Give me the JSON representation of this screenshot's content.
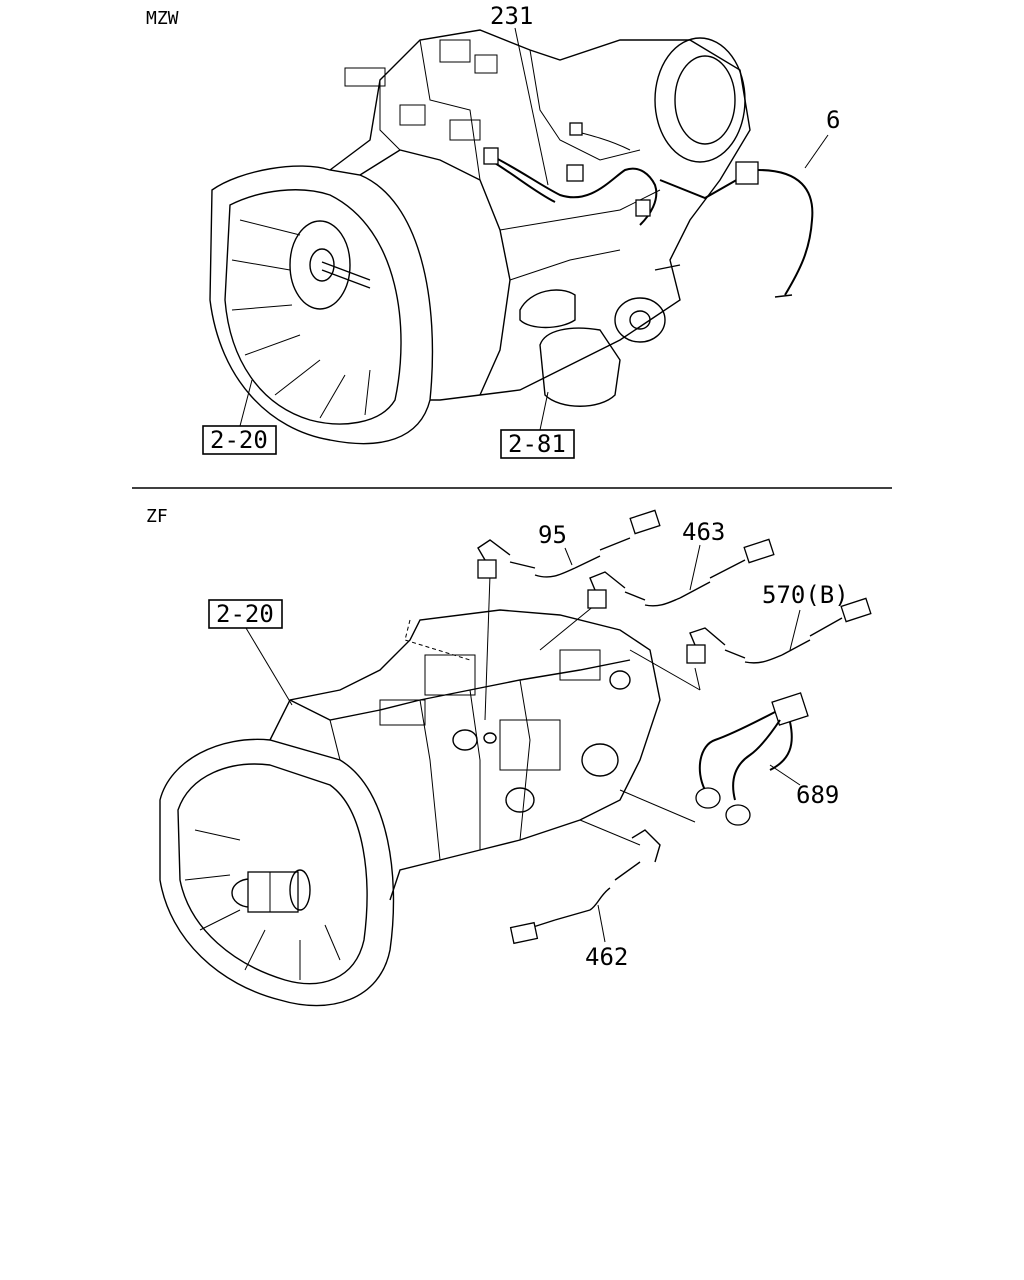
{
  "sections": {
    "top": {
      "title": "MZW"
    },
    "bottom": {
      "title": "ZF"
    }
  },
  "callouts": {
    "c231": "231",
    "c6": "6",
    "c2_20_top": "2-20",
    "c2_81": "2-81",
    "c2_20_bottom": "2-20",
    "c95": "95",
    "c463": "463",
    "c570b": "570(B)",
    "c689": "689",
    "c462": "462"
  }
}
